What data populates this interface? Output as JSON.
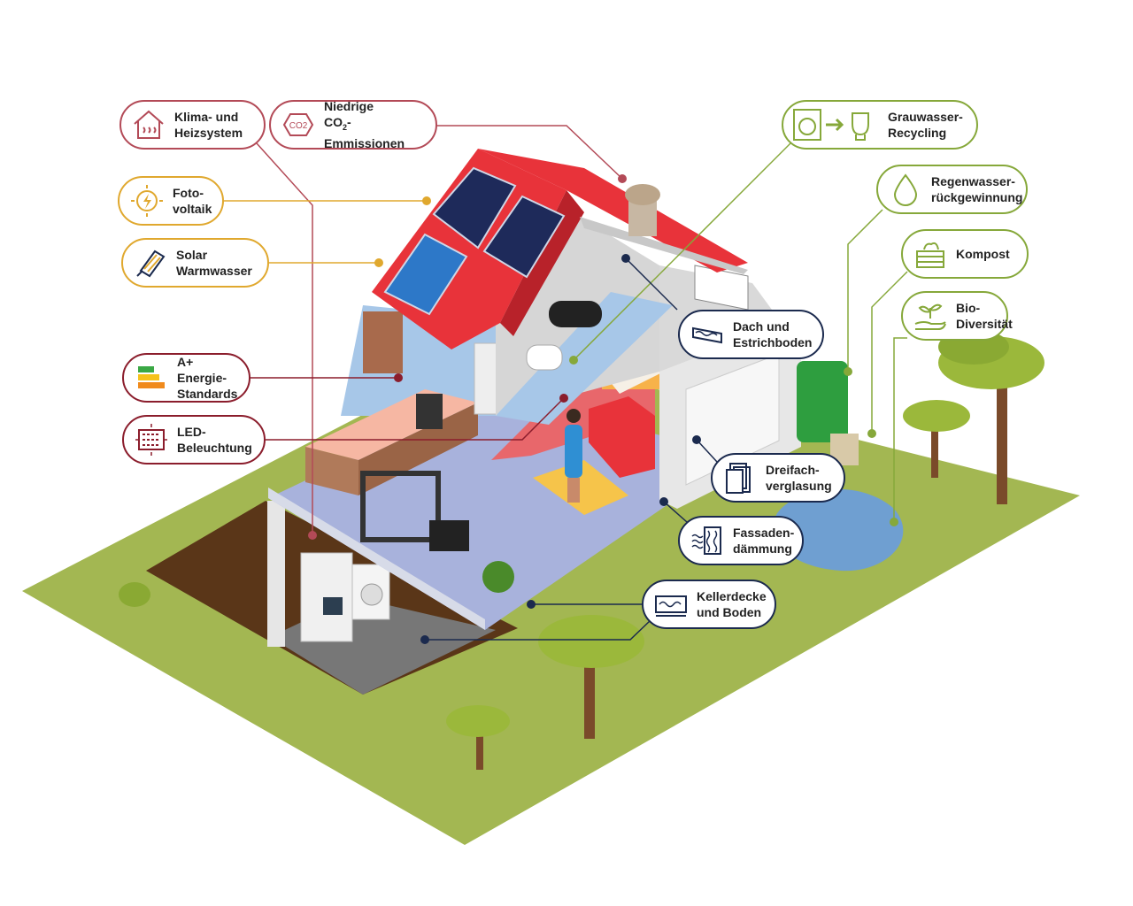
{
  "callouts": {
    "klima": {
      "label": "Klima- und\nHeizsystem",
      "icon": "house-heating-icon",
      "color": "#b34a57"
    },
    "co2": {
      "label_pre": "Niedrige",
      "label_co": "CO",
      "label_sub": "2",
      "label_post": "-Emmissionen",
      "icon": "co2-icon",
      "icon_text": "CO2",
      "color": "#b34a57"
    },
    "foto": {
      "label": "Foto-\nvoltaik",
      "icon": "lightning-sun-icon",
      "color": "#e0a82e"
    },
    "solar": {
      "label": "Solar\nWarmwasser",
      "icon": "solar-collector-icon",
      "color": "#e0a82e"
    },
    "energie": {
      "label": "A+ Energie-\nStandards",
      "icon": "energy-rating-icon",
      "color": "#8b1d2c"
    },
    "led": {
      "label": "LED-\nBeleuchtung",
      "icon": "led-panel-icon",
      "color": "#8b1d2c"
    },
    "grau": {
      "label": "Grauwasser-\nRecycling",
      "icon": "washer-to-toilet-icon",
      "color": "#86a83a"
    },
    "regen": {
      "label": "Regenwasser-\nrückgewinnung",
      "icon": "water-drop-icon",
      "color": "#86a83a"
    },
    "kompost": {
      "label": "Kompost",
      "icon": "compost-bin-icon",
      "color": "#86a83a"
    },
    "bio": {
      "label": "Bio-\nDiversität",
      "icon": "sprout-hand-icon",
      "color": "#86a83a"
    },
    "dach": {
      "label": "Dach und\nEstrichboden",
      "icon": "insulation-icon",
      "color": "#1b2a4e"
    },
    "dreifach": {
      "label": "Dreifach-\nverglasung",
      "icon": "glazing-icon",
      "color": "#1b2a4e"
    },
    "fassade": {
      "label": "Fassaden-\ndämmung",
      "icon": "wall-insulation-icon",
      "color": "#1b2a4e"
    },
    "keller": {
      "label": "Kellerdecke\nund Boden",
      "icon": "floor-insulation-icon",
      "color": "#1b2a4e"
    }
  },
  "colors": {
    "grass": "#a3b752",
    "roof": "#e8333a",
    "soil": "#5a3618",
    "floor": "#9ba8d3",
    "wall_blue": "#a7c7e8",
    "tree_leaf": "#9bb83b",
    "trunk": "#7a4a2a",
    "pond": "#6f9fd1"
  }
}
